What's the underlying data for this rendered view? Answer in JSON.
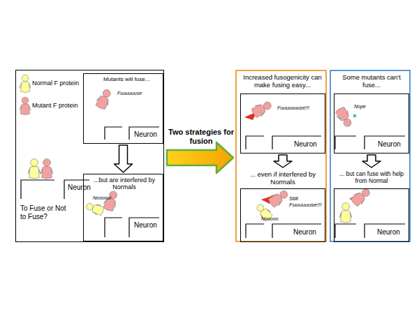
{
  "diagram": {
    "nodes": [
      {
        "text": [
          "Neuron",
          "To Fuse or Not to Fuse?"
        ]
      },
      {
        "text": [
          "Mutants will fuse...",
          "Fuuuuuuse",
          "Neuron"
        ],
        "in": 0
      },
      {
        "text": [
          "...but are interfered by Normals",
          "Nooooo!",
          "Neuron"
        ],
        "in": 0
      },
      {
        "text": [
          "Increased fusogenicity can make fusing easy..."
        ]
      },
      {
        "text": [
          "Fuuuuuuuse!!!",
          "Neuron"
        ],
        "in": 3
      },
      {
        "text": [
          "... even if interfered by Normals",
          "Still Fuuuuuuse!!!",
          "Nooooo",
          "Neuron"
        ],
        "in": 3
      },
      {
        "text": [
          "Some mutants can't fuse..."
        ]
      },
      {
        "text": [
          "Nope",
          "Neuron"
        ],
        "in": 6
      },
      {
        "text": [
          "... but can fuse with help from Normal",
          "Neuron"
        ],
        "in": 6
      }
    ],
    "edges": [
      {
        "from": 1,
        "to": 2,
        "arrow": "to"
      },
      {
        "from": 0,
        "to": 3,
        "arrow": "to"
      },
      {
        "from": 4,
        "to": 5,
        "arrow": "to"
      },
      {
        "from": 7,
        "to": 8,
        "arrow": "to"
      }
    ],
    "labels": [
      "Two strategies for fusion"
    ],
    "legend": [
      {
        "text": "Normal F protein",
        "color": "#ffff99"
      },
      {
        "text": "Mutant F protein",
        "color": "#f5a0a0"
      }
    ]
  }
}
